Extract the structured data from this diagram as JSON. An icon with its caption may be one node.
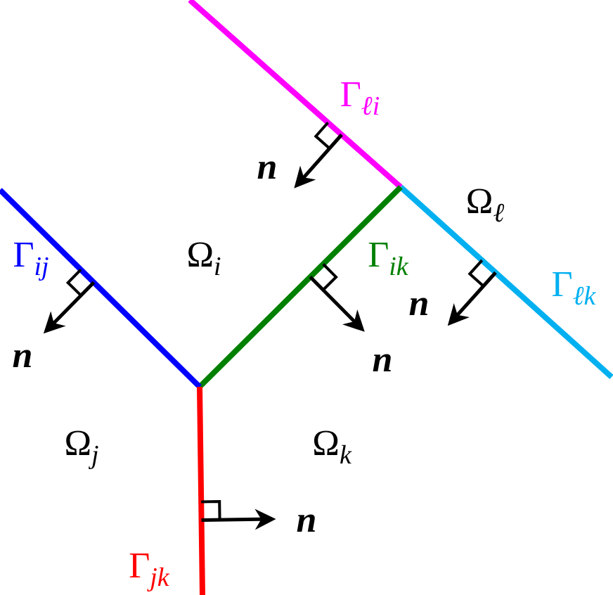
{
  "diagram": {
    "labels": [
      "Γ$_{ℓi}$",
      "n",
      "Ω$_{ℓ}$",
      "Γ$_{ij}$",
      "Ω$_{i}$",
      "Γ$_{ik}$",
      "n",
      "Γ$_{ℓk}$",
      "n",
      "n",
      "Ω$_{j}$",
      "Ω$_{k}$",
      "n",
      "Γ$_{jk}$"
    ]
  }
}
